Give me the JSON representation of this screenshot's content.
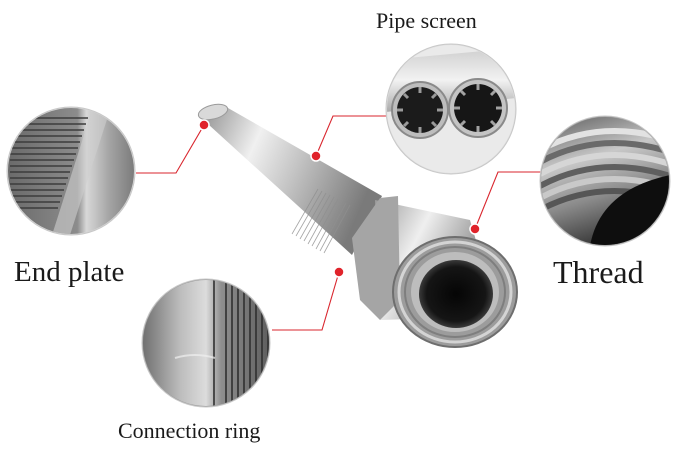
{
  "labels": {
    "pipe_screen": "Pipe screen",
    "end_plate": "End plate",
    "thread": "Thread",
    "connection_ring": "Connection ring"
  },
  "colors": {
    "callout_line": "#d9262e",
    "marker": "#e0232b",
    "steel_light": "#e8e8e8",
    "steel_mid": "#b9b9b9",
    "steel_dark": "#7d7d7d"
  }
}
